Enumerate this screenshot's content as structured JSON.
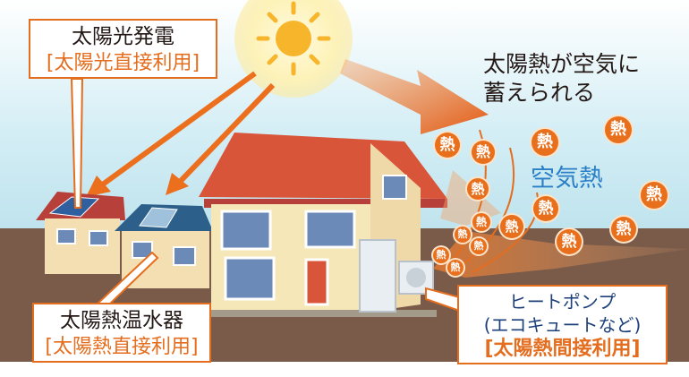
{
  "callouts": {
    "solar_power": {
      "title": "太陽光発電",
      "subtitle": "[太陽光直接利用]"
    },
    "water_heater": {
      "title": "太陽熱温水器",
      "subtitle": "[太陽熱直接利用]"
    },
    "heat_pump": {
      "title": "ヒートポンプ",
      "title2": "(エコキュートなど)",
      "subtitle": "[太陽熱間接利用]"
    }
  },
  "heat_caption": {
    "line1": "太陽熱が空気に",
    "line2": "蓄えられる"
  },
  "air_heat_label": "空気熱",
  "heat_badge_text": "熱",
  "colors": {
    "sky_top": "#bfe3ee",
    "ground": "#7a5b4a",
    "accent_orange": "#e46d1e",
    "badge_orange": "#e86f1c",
    "air_heat_blue": "#2a7fc6",
    "sun_yellow": "#f7b52c",
    "house_wall": "#f6e7b8",
    "roof": "#d9553a"
  }
}
